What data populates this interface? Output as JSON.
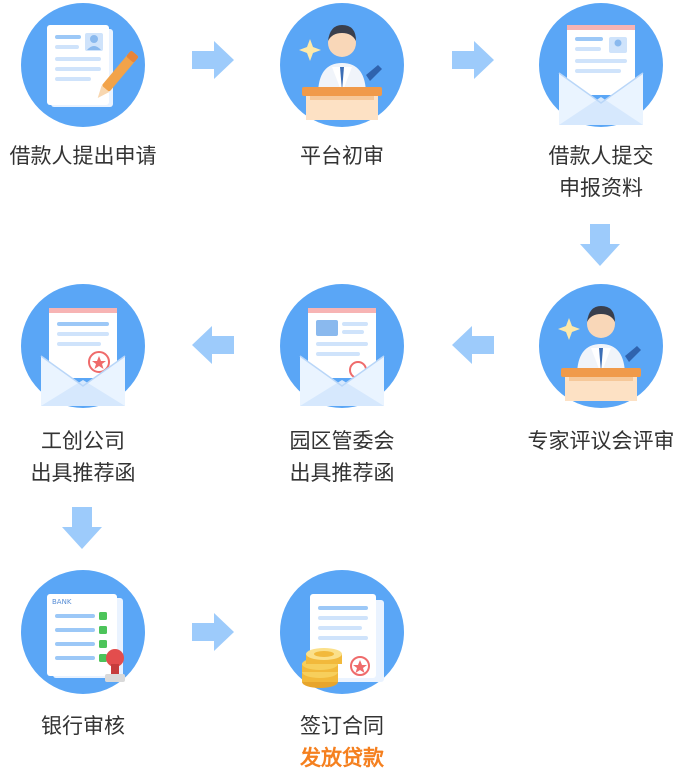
{
  "steps": [
    {
      "lines": [
        "借款人提出申请"
      ],
      "icon": "application-form-icon"
    },
    {
      "lines": [
        "平台初审"
      ],
      "icon": "reviewer-podium-icon"
    },
    {
      "lines": [
        "借款人提交",
        "申报资料"
      ],
      "icon": "document-envelope-icon"
    },
    {
      "lines": [
        "专家评议会评审"
      ],
      "icon": "expert-podium-icon"
    },
    {
      "lines": [
        "园区管委会",
        "出具推荐函"
      ],
      "icon": "recommendation-envelope-icon"
    },
    {
      "lines": [
        "工创公司",
        "出具推荐函"
      ],
      "icon": "stamped-letter-envelope-icon"
    },
    {
      "lines": [
        "银行审核"
      ],
      "icon": "bank-checklist-icon",
      "bank_text": "BANK"
    },
    {
      "lines": [
        "签订合同"
      ],
      "highlight": "发放贷款",
      "icon": "contract-coins-icon"
    }
  ],
  "colors": {
    "circle": "#5aa6f6",
    "arrow": "#9dcbfb",
    "text": "#333333",
    "highlight": "#f5801f"
  }
}
